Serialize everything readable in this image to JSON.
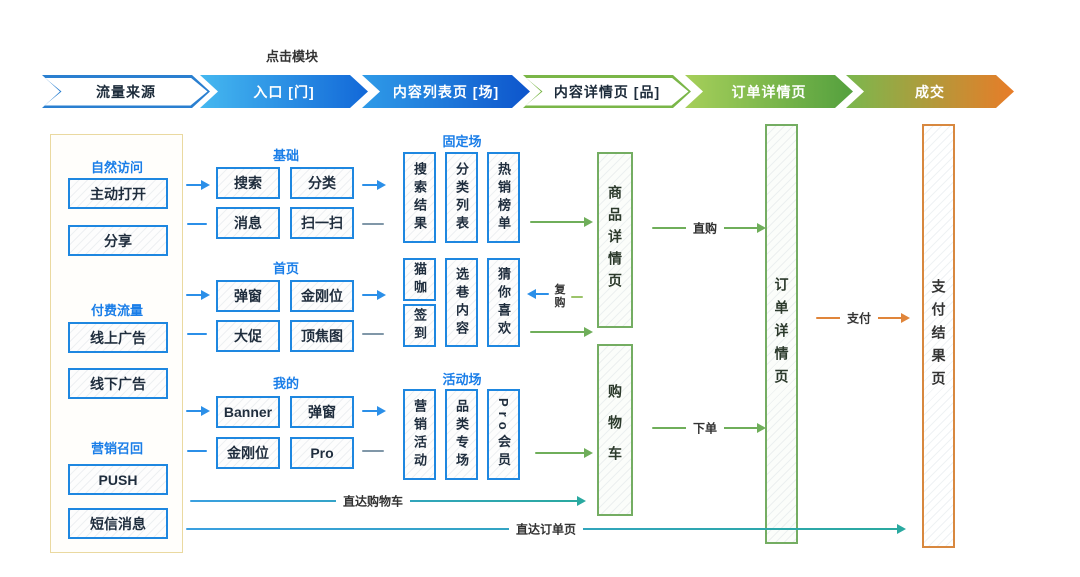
{
  "annotation": "点击模块",
  "banner": {
    "steps": [
      {
        "label": "流量来源"
      },
      {
        "label": "入口 [门]"
      },
      {
        "label": "内容列表页 [场]"
      },
      {
        "label": "内容详情页 [品]"
      },
      {
        "label": "订单详情页"
      },
      {
        "label": "成交"
      }
    ]
  },
  "left_panel": {
    "groups": [
      {
        "label": "自然访问",
        "items": [
          "主动打开",
          "分享"
        ]
      },
      {
        "label": "付费流量",
        "items": [
          "线上广告",
          "线下广告"
        ]
      },
      {
        "label": "营销召回",
        "items": [
          "PUSH",
          "短信消息"
        ]
      }
    ]
  },
  "entry": {
    "groups": [
      {
        "label": "基础",
        "items": [
          "搜索",
          "分类",
          "消息",
          "扫一扫"
        ]
      },
      {
        "label": "首页",
        "items": [
          "弹窗",
          "金刚位",
          "大促",
          "顶焦图"
        ]
      },
      {
        "label": "我的",
        "items": [
          "Banner",
          "弹窗",
          "金刚位",
          "Pro"
        ]
      }
    ]
  },
  "scene": {
    "fixed": {
      "label": "固定场",
      "items": [
        "搜索结果",
        "分类列表",
        "热销榜单"
      ]
    },
    "home_scene": {
      "items": [
        "猫咖",
        "签到",
        "选巷内容",
        "猜你喜欢"
      ]
    },
    "activity": {
      "label": "活动场",
      "items": [
        "营销活动",
        "品类专场",
        "Pro会员"
      ]
    }
  },
  "pages": {
    "product_detail": "商品详情页",
    "cart": "购物车",
    "order_detail": "订单详情页",
    "payment_result": "支付结果页"
  },
  "flows": {
    "direct_buy": "直购",
    "repurchase": "复购",
    "place_order": "下单",
    "pay": "支付",
    "direct_to_cart": "直达购物车",
    "direct_to_order": "直达订单页"
  },
  "colors": {
    "blue": "#1e87e0",
    "label_blue": "#1a7ee8",
    "green": "#6fae5a",
    "orange": "#e0853a",
    "teal": "#2aa9a0",
    "panel_border": "#ead9a0"
  }
}
